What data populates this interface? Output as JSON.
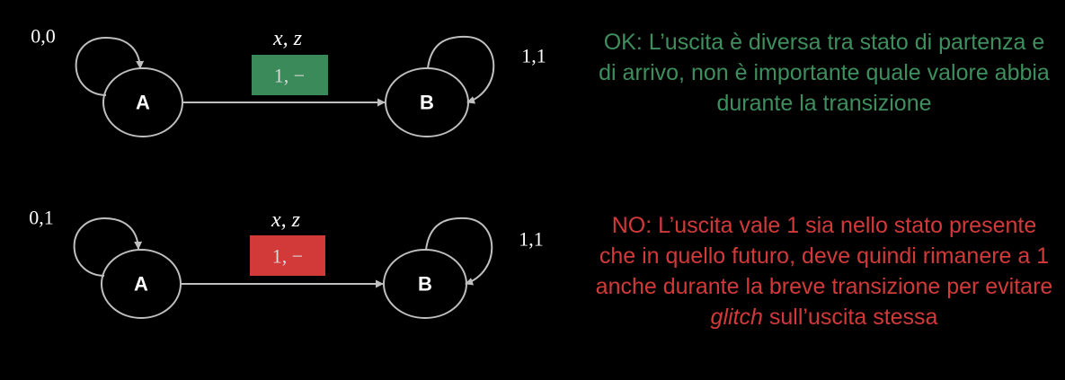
{
  "colors": {
    "background": "#000000",
    "ok_box": "#3b8a5a",
    "no_box": "#d23a3a",
    "ok_text": "#3f8f5e",
    "no_text": "#d23a3a",
    "stroke": "#bfbfbf"
  },
  "diagrams": [
    {
      "state_a": "A",
      "state_b": "B",
      "loop_a_label": "0,0",
      "loop_b_label": "1,1",
      "io_label": "x, z",
      "transition_label": "1, −",
      "note": {
        "text": "OK: L’uscita è diversa tra stato di partenza e di arrivo, non è importante quale valore abbia durante la transizione"
      }
    },
    {
      "state_a": "A",
      "state_b": "B",
      "loop_a_label": "0,1",
      "loop_b_label": "1,1",
      "io_label": "x, z",
      "transition_label": "1, −",
      "note": {
        "before": "NO: L’uscita vale 1 sia nello stato presente che in quello futuro, deve quindi rimanere a 1 anche durante la breve transizione per evitare ",
        "emphasis": "glitch",
        "after": " sull’uscita stessa"
      }
    }
  ]
}
